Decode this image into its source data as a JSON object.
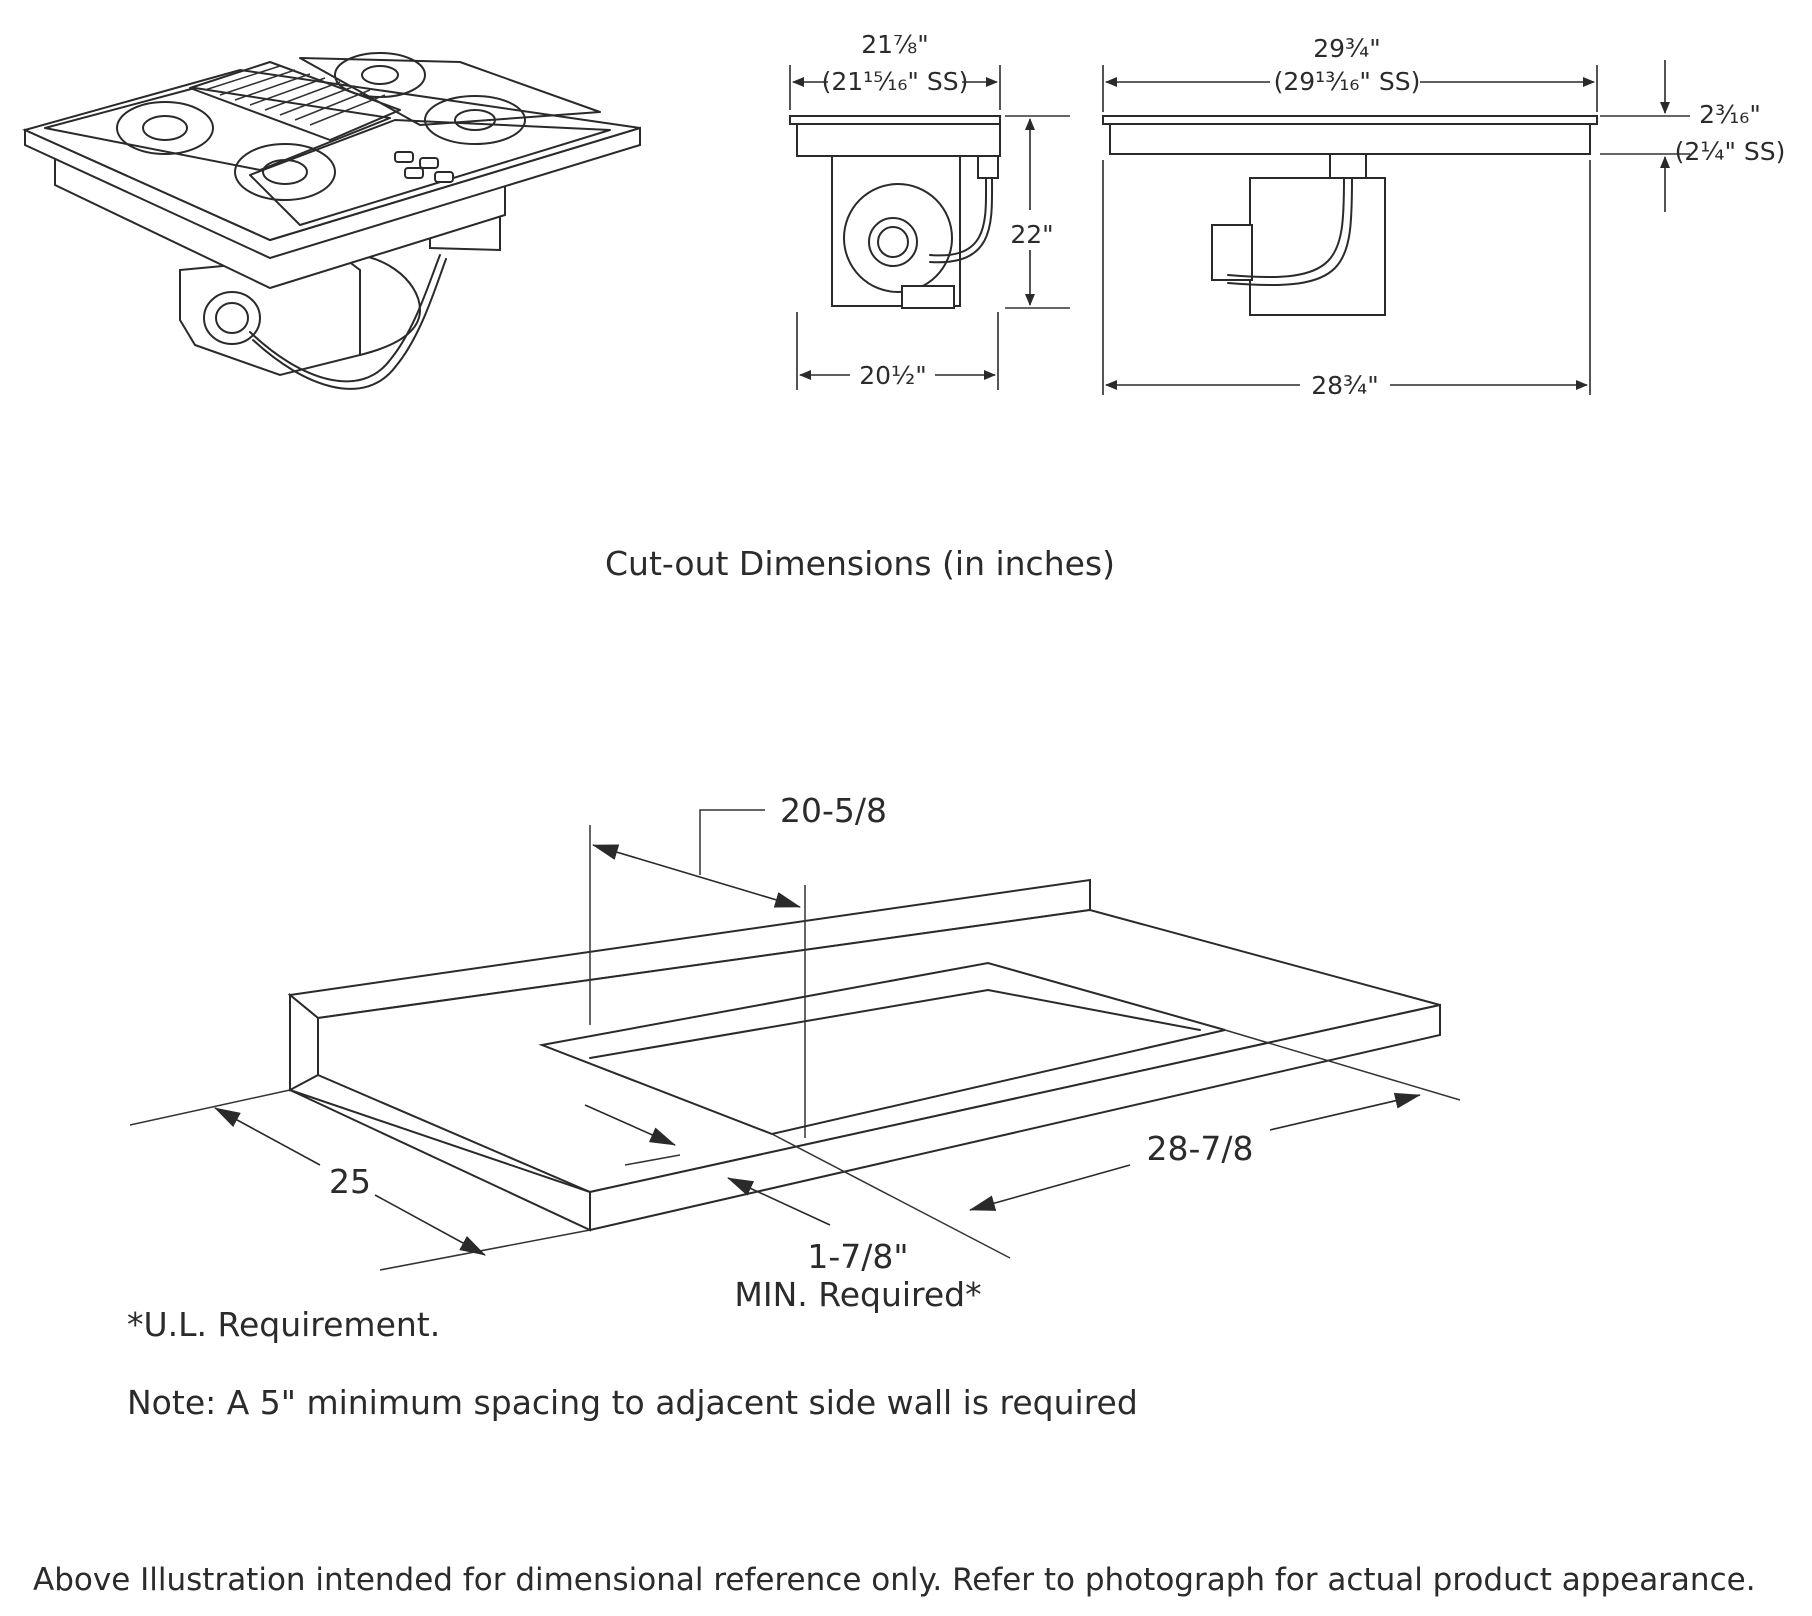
{
  "top_views": {
    "side_view": {
      "width_label": "21⅞\"",
      "width_ss_label": "(21¹⁵⁄₁₆\" SS)",
      "height_label": "22\"",
      "bottom_width_label": "20½\""
    },
    "front_view": {
      "width_label": "29¾\"",
      "width_ss_label": "(29¹³⁄₁₆\" SS)",
      "height_label": "2³⁄₁₆\"",
      "height_ss_label": "(2¼\" SS)",
      "bottom_width_label": "28¾\""
    }
  },
  "cutout": {
    "title": "Cut-out Dimensions (in inches)",
    "depth_label": "20-5/8",
    "counter_depth_label": "25",
    "width_label": "28-7/8",
    "min_front_label": "1-7/8\"",
    "min_required_label": "MIN. Required*"
  },
  "notes": {
    "ul": "*U.L. Requirement.",
    "spacing": "Note: A 5\" minimum spacing to adjacent side wall is required",
    "disclaimer": "Above Illustration intended for dimensional reference only. Refer to photograph for actual product appearance."
  }
}
